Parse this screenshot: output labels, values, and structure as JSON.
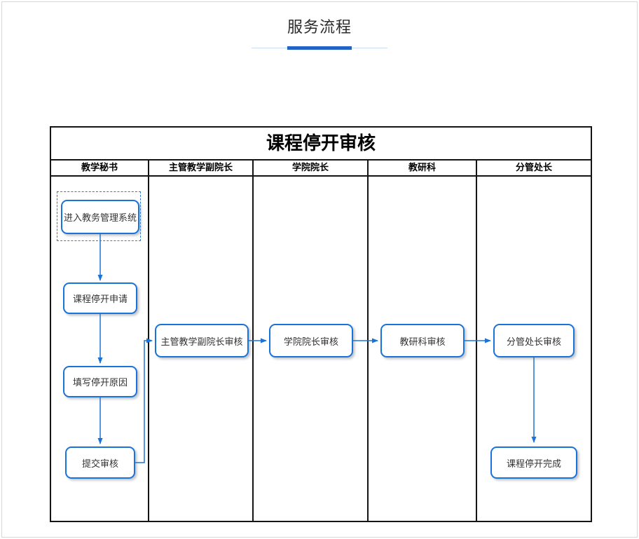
{
  "page": {
    "title": "服务流程"
  },
  "flowchart": {
    "type": "flowchart",
    "title": "课程停开审核",
    "lanes": [
      {
        "label": "教学秘书"
      },
      {
        "label": "主管教学副院长"
      },
      {
        "label": "学院院长"
      },
      {
        "label": "教研科"
      },
      {
        "label": "分管处长"
      }
    ],
    "nodes": [
      {
        "id": "enter-system",
        "label": "进入教务管理系统",
        "lane": "教学秘书",
        "start": true
      },
      {
        "id": "apply",
        "label": "课程停开申请",
        "lane": "教学秘书"
      },
      {
        "id": "fill-reason",
        "label": "填写停开原因",
        "lane": "教学秘书"
      },
      {
        "id": "submit",
        "label": "提交审核",
        "lane": "教学秘书"
      },
      {
        "id": "vice-dean-review",
        "label": "主管教学副院长审核",
        "lane": "主管教学副院长"
      },
      {
        "id": "dean-review",
        "label": "学院院长审核",
        "lane": "学院院长"
      },
      {
        "id": "research-review",
        "label": "教研科审核",
        "lane": "教研科"
      },
      {
        "id": "director-review",
        "label": "分管处长审核",
        "lane": "分管处长"
      },
      {
        "id": "complete",
        "label": "课程停开完成",
        "lane": "分管处长"
      }
    ],
    "edges": [
      {
        "from": "enter-system",
        "to": "apply"
      },
      {
        "from": "apply",
        "to": "fill-reason"
      },
      {
        "from": "fill-reason",
        "to": "submit"
      },
      {
        "from": "submit",
        "to": "vice-dean-review"
      },
      {
        "from": "vice-dean-review",
        "to": "dean-review"
      },
      {
        "from": "dean-review",
        "to": "research-review"
      },
      {
        "from": "research-review",
        "to": "director-review"
      },
      {
        "from": "director-review",
        "to": "complete"
      }
    ],
    "colors": {
      "accent_blue": "#2263c3",
      "divider_light": "#c9d9ef",
      "node_border": "#1a73d8",
      "arrow": "#1a73d8",
      "table_border": "#141414",
      "text_dark": "#333333"
    }
  }
}
